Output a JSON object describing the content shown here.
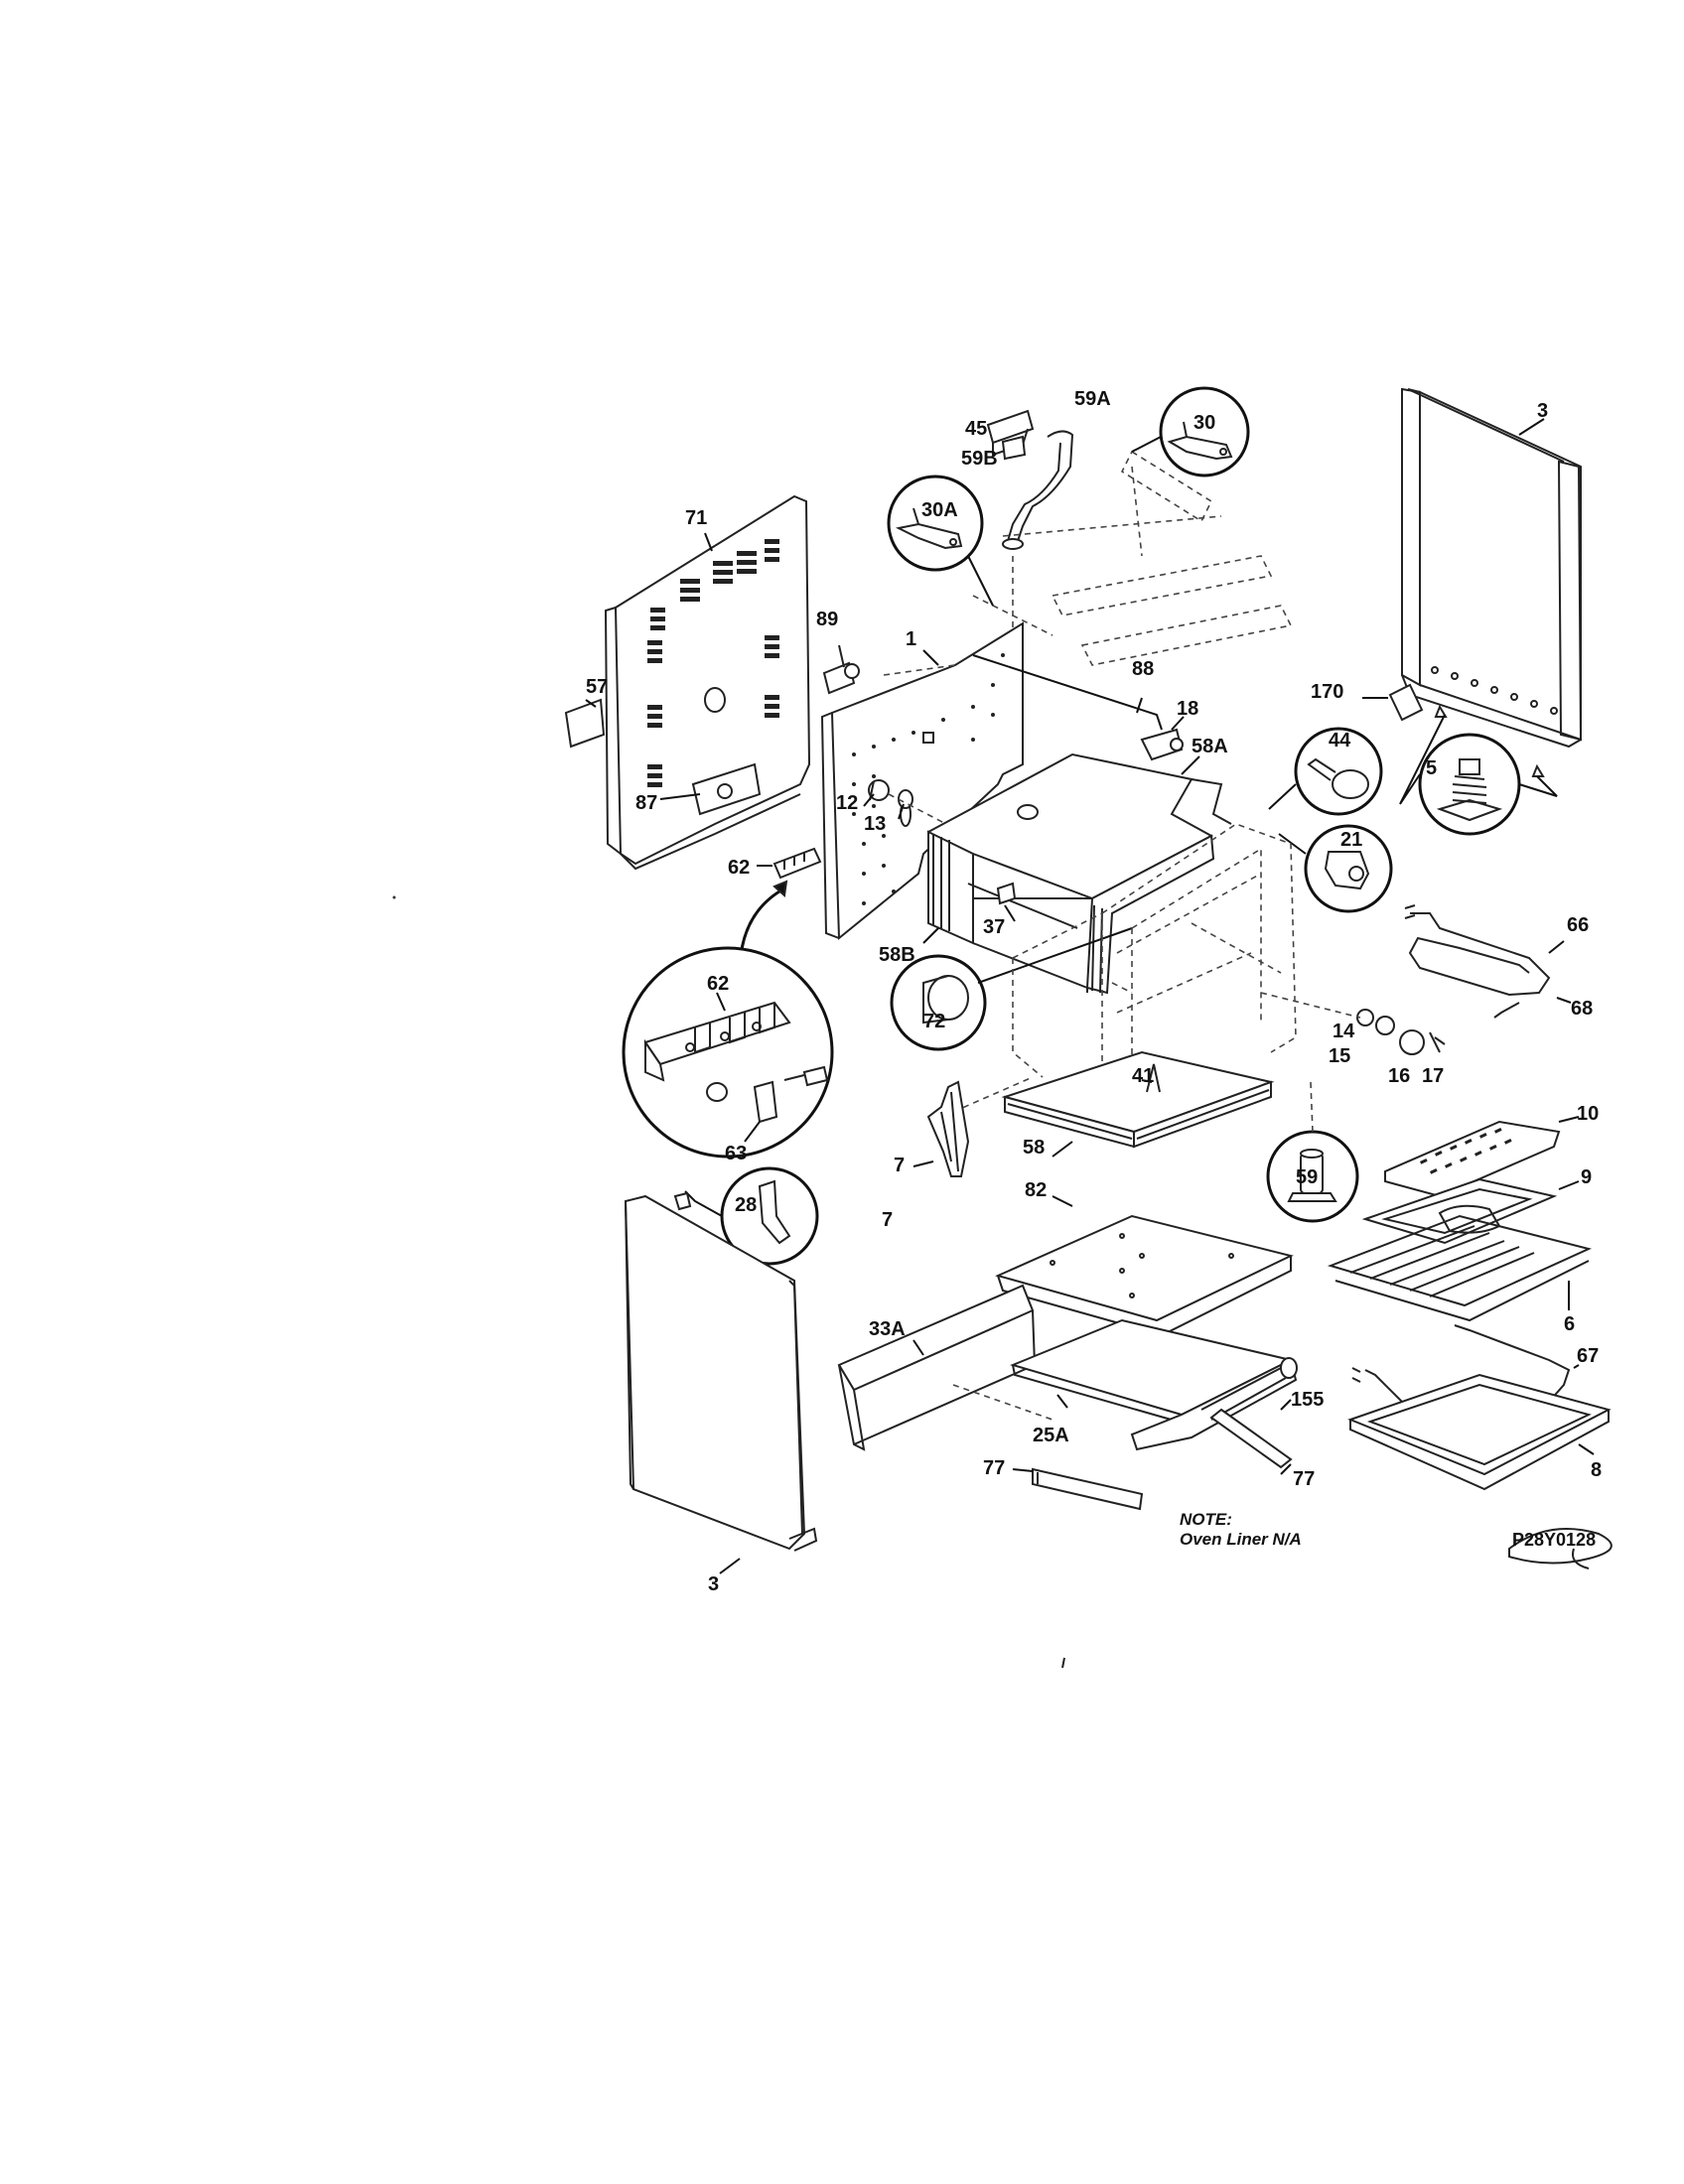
{
  "labels": {
    "l45": "45",
    "l59a": "59A",
    "l59b": "59B",
    "l30": "30",
    "l30a": "30A",
    "l3_top": "3",
    "l71": "71",
    "l89": "89",
    "l1": "1",
    "l88": "88",
    "l18": "18",
    "l58a": "58A",
    "l170": "170",
    "l44": "44",
    "l5": "5",
    "l57": "57",
    "l87": "87",
    "l12": "12",
    "l13": "13",
    "l21": "21",
    "l62_small": "62",
    "l66": "66",
    "l68": "68",
    "l37": "37",
    "l58b": "58B",
    "l72": "72",
    "l62_detail": "62",
    "l63": "63",
    "l14": "14",
    "l15": "15",
    "l16": "16",
    "l17": "17",
    "l10": "10",
    "l41": "41",
    "l9": "9",
    "l7a": "7",
    "l58": "58",
    "l59": "59",
    "l7b": "7",
    "l82": "82",
    "l28": "28",
    "l6": "6",
    "l33a": "33A",
    "l67": "67",
    "l155": "155",
    "l25a": "25A",
    "l77a": "77",
    "l77b": "77",
    "l8": "8",
    "l3_bottom": "3"
  },
  "note": {
    "title": "NOTE:",
    "body": "Oven Liner N/A"
  },
  "diagram_code": "P28Y0128"
}
